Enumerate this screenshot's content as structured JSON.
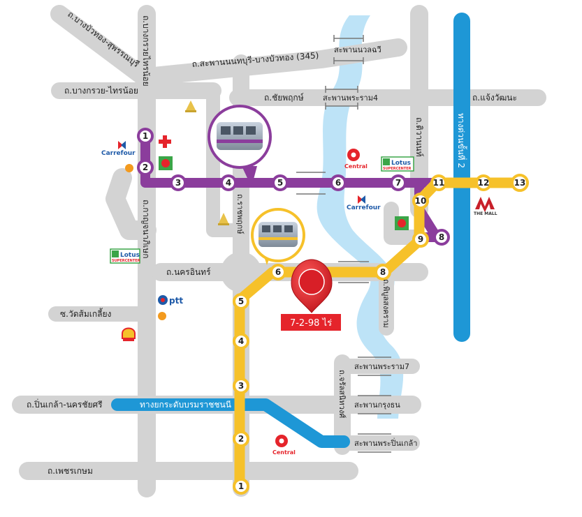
{
  "roads": {
    "bang_bua_thong_suphan": "ถ.บางบัวทอง-สุพรรณบุรี",
    "bang_kruai_sai_noi_vertical": "ถ.บางกรวยไทรน้อย",
    "saphan_nonthaburi_bangbuathong": "ถ.สะพานนนทบุรี-บางบัวทอง (345)",
    "bang_kruai_sai_noi": "ถ.บางกรวย-ไทรน้อย",
    "chaiyaphruek": "ถ.ชัยพฤกษ์",
    "chaeng_watthana": "ถ.แจ้งวัฒนะ",
    "tiwanon": "ถ.ติวานนท์",
    "kanchanaphisek": "ทางด่วนขั้นที่ 2",
    "kanchanaphisek_v": "ถ.กาญจนาภิเษก",
    "ratchaphruek": "ถ.ราชพฤกษ์",
    "nakhon_in": "ถ.นครอินทร์",
    "wat_som_kliang": "ซ.วัดส้มเกลี้ยง",
    "phibun_songkhram": "ถ.พิบูลสงคราม",
    "pinklao_nakhonchaisi": "ถ.ปิ่นเกล้า-นครชัยศรี",
    "borommaratchachonnani": "ทางยกระดับบรมราชชนนี",
    "charan_sanitwong": "ถ.จรัลสนิทวงศ์",
    "phetkasem": "ถ.เพชรเกษม"
  },
  "bridges": {
    "nuan_chan": "สะพานนวลฉวี",
    "rama4": "สะพานพระราม4",
    "rama7": "สะพานพระราม7",
    "krung_thon": "สะพานกรุงธน",
    "pinklao": "สะพานพระปิ่นเกล้า"
  },
  "purple_line": {
    "color": "#8B3D9C",
    "stations": [
      "1",
      "2",
      "3",
      "4",
      "5",
      "6",
      "7",
      "8",
      "9",
      "10",
      "11",
      "12",
      "13"
    ]
  },
  "yellow_line": {
    "color": "#F6C12A",
    "stations": [
      "1",
      "2",
      "3",
      "4",
      "5",
      "6",
      "8"
    ]
  },
  "expressway_color": "#1E97D6",
  "river_color": "#BDE3F7",
  "road_color": "#D3D3D3",
  "brands": {
    "carrefour": "Carrefour",
    "lotus": "Lotus",
    "lotus_sub": "SUPERCENTER",
    "central": "Central",
    "the_mall": "THE MALL",
    "ptt": "ptt"
  },
  "pin_label": "7-2-98 ไร่",
  "pin_color": "#E5242B"
}
